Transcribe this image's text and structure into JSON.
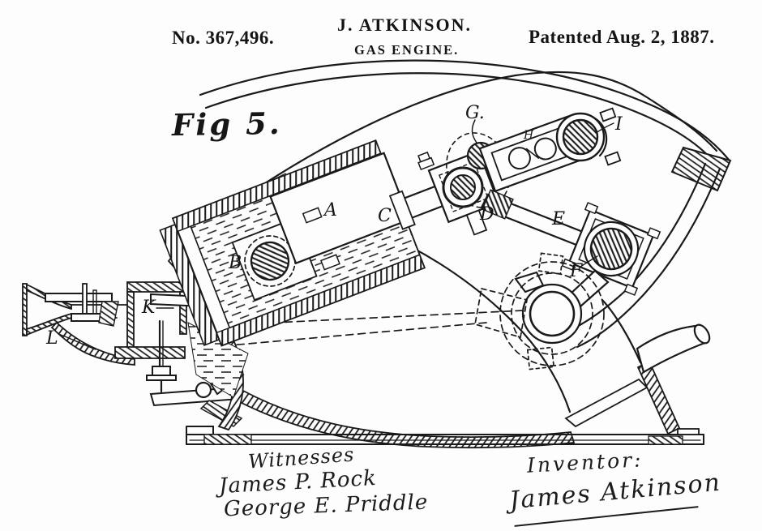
{
  "header": {
    "patent_number": "No. 367,496.",
    "inventor_name": "J. ATKINSON.",
    "invention_title": "GAS ENGINE.",
    "patent_date": "Patented Aug. 2, 1887."
  },
  "figure": {
    "label": "Fig 5."
  },
  "drawing": {
    "ink_color": "#1a1a1a",
    "labels": [
      {
        "id": "A",
        "text": "A"
      },
      {
        "id": "B",
        "text": "B"
      },
      {
        "id": "C",
        "text": "C"
      },
      {
        "id": "D",
        "text": "D"
      },
      {
        "id": "E",
        "text": "E"
      },
      {
        "id": "F",
        "text": "F"
      },
      {
        "id": "G",
        "text": "G."
      },
      {
        "id": "H",
        "text": "H"
      },
      {
        "id": "I",
        "text": "I"
      },
      {
        "id": "K",
        "text": "K"
      },
      {
        "id": "L",
        "text": "L"
      }
    ]
  },
  "signatures": {
    "witnesses_heading": "Witnesses",
    "witness_1": "James P. Rock",
    "witness_2": "George E. Priddle",
    "inventor_heading": "Inventor:",
    "inventor_signature": "James Atkinson"
  }
}
